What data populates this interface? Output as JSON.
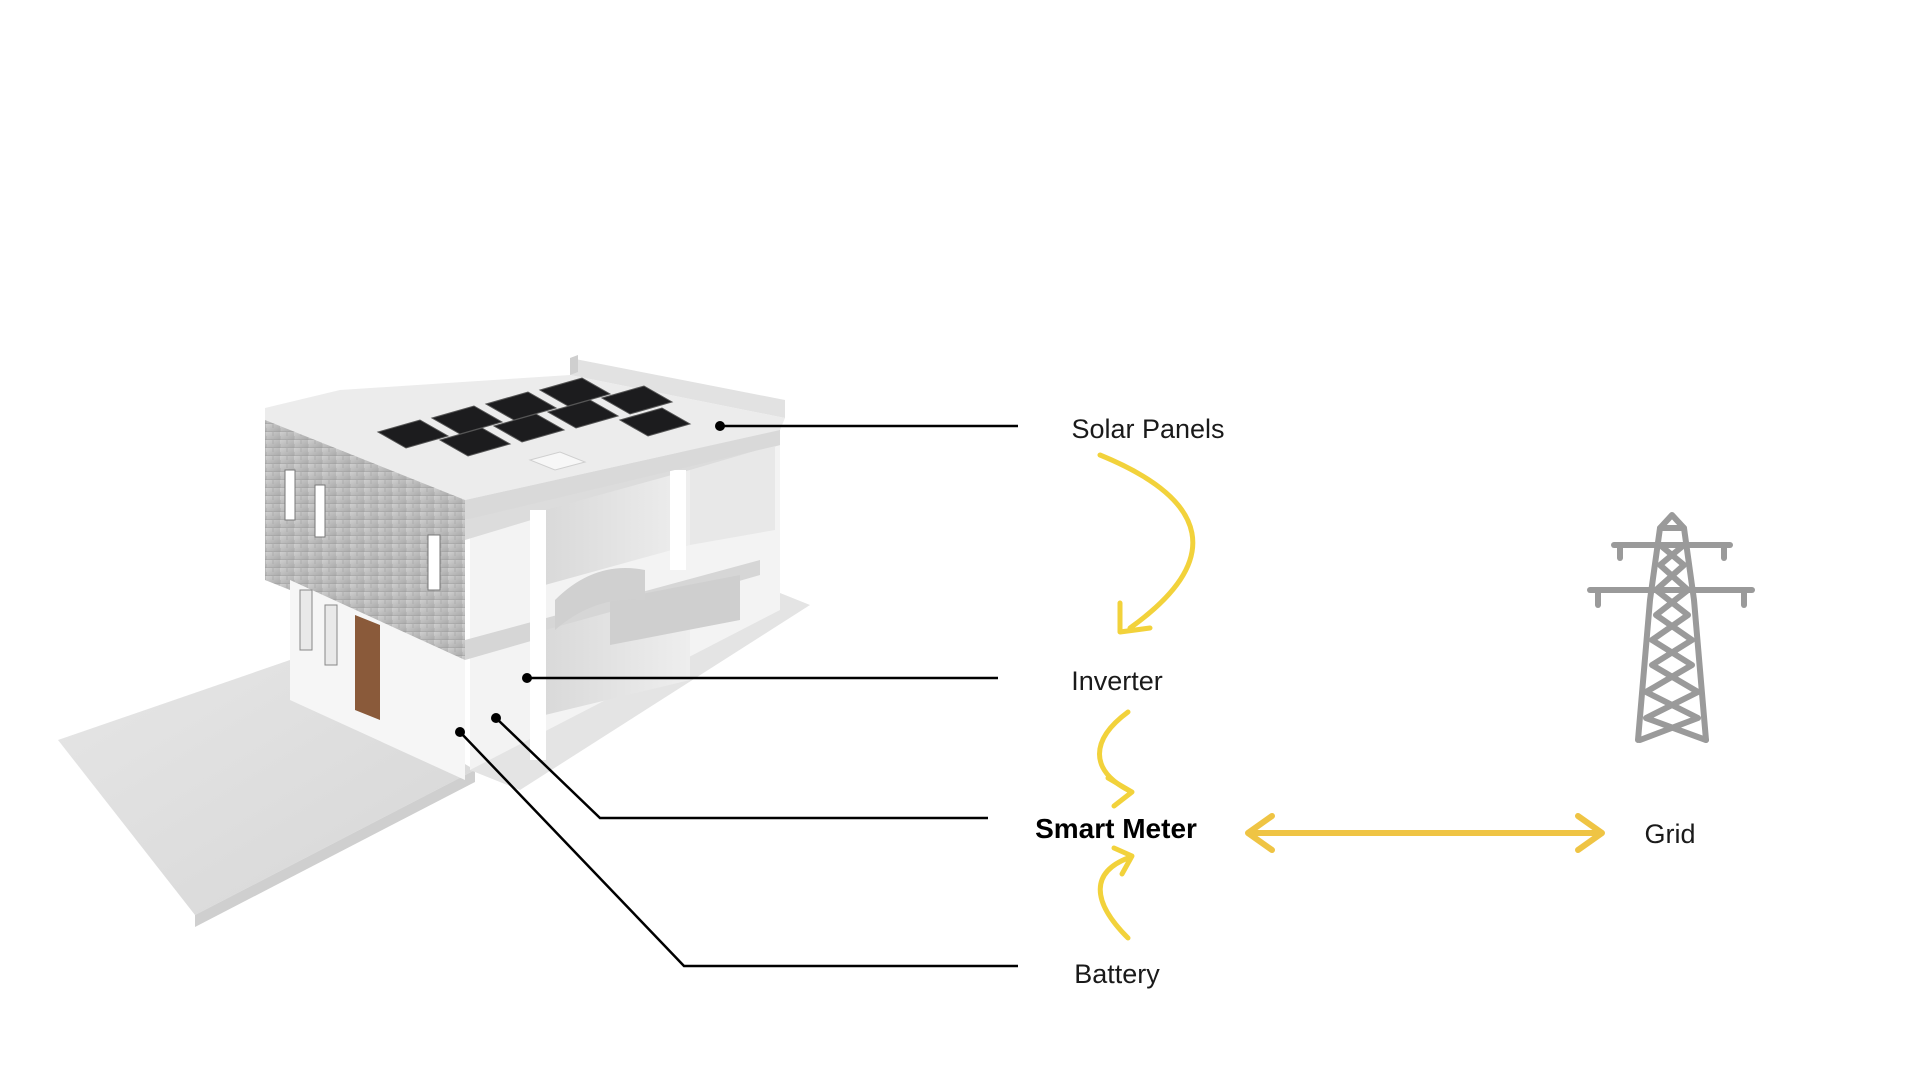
{
  "diagram": {
    "components": {
      "solar_panels": "Solar Panels",
      "inverter": "Inverter",
      "smart_meter": "Smart Meter",
      "battery": "Battery",
      "grid": "Grid"
    },
    "flows": [
      {
        "from": "Solar Panels",
        "to": "Inverter",
        "direction": "one-way"
      },
      {
        "from": "Inverter",
        "to": "Smart Meter",
        "direction": "one-way"
      },
      {
        "from": "Battery",
        "to": "Smart Meter",
        "direction": "one-way"
      },
      {
        "from": "Smart Meter",
        "to": "Grid",
        "direction": "two-way"
      }
    ],
    "icons": {
      "house": "house-cutaway-illustration",
      "grid": "transmission-tower-icon"
    },
    "colors": {
      "flow_arrow": "#f2d23b",
      "grid_arrow": "#efc444",
      "leader_line": "#000000",
      "tower": "#9a9a9a"
    }
  }
}
